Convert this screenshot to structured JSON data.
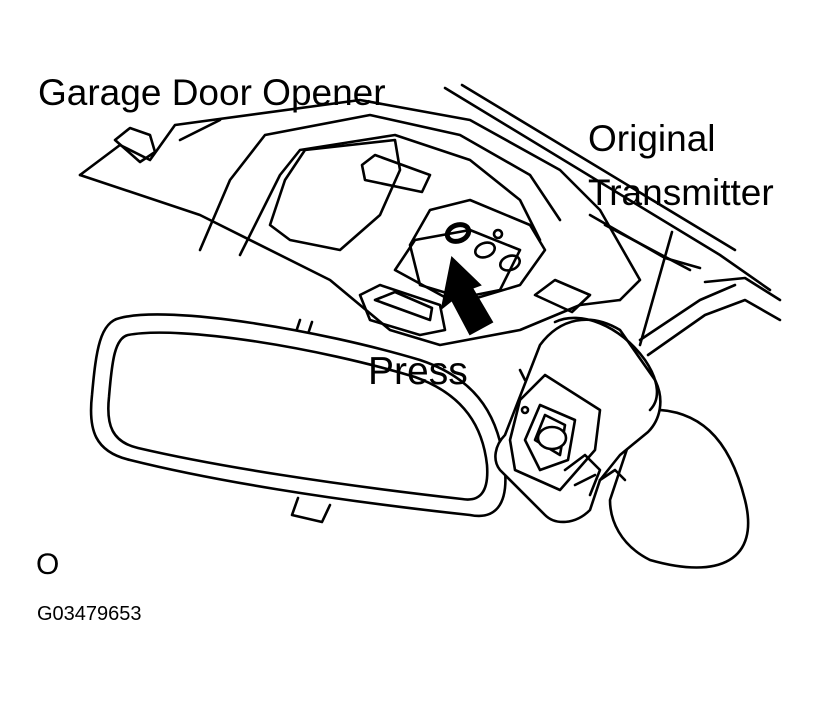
{
  "labels": {
    "garage_door_opener": "Garage Door Opener",
    "original_transmitter_line1": "Original",
    "original_transmitter_line2": "Transmitter",
    "press": "Press",
    "corner_mark": "O",
    "figure_code": "G03479653"
  },
  "colors": {
    "ink": "#000000",
    "paper": "#ffffff"
  },
  "icons": [
    "rear-view-mirror",
    "overhead-console",
    "press-arrow",
    "hand-held-transmitter",
    "hand"
  ]
}
